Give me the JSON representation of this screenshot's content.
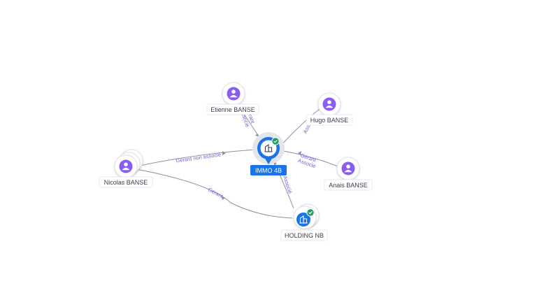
{
  "colors": {
    "person": "#8a5cf6",
    "company": "#1a73e8",
    "verified": "#1e9e5a",
    "edge": "#8a8fa8",
    "edge_label": "#6c63d9"
  },
  "nodes": {
    "immo": {
      "label": "IMMO 4B",
      "icon": "building-icon",
      "verified": true
    },
    "holding": {
      "label": "HOLDING NB",
      "icon": "building-icon",
      "verified": true
    },
    "etienne": {
      "label": "Etienne BANSE",
      "icon": "person-icon"
    },
    "hugo": {
      "label": "Hugo BANSE",
      "icon": "person-icon"
    },
    "anais": {
      "label": "Anais BANSE",
      "icon": "person-icon"
    },
    "nicolas": {
      "label": "Nicolas BANSE",
      "icon": "person-icon"
    }
  },
  "edges": {
    "etienne_immo": [
      "Gérant",
      "Associé"
    ],
    "hugo_immo": [
      "Associé"
    ],
    "anais_immo": [
      "Gérant",
      "Associé"
    ],
    "nicolas_immo": [
      "Gérant non associé"
    ],
    "nicolas_holding": [
      "Gérant"
    ],
    "holding_immo": [
      "Associé"
    ]
  }
}
